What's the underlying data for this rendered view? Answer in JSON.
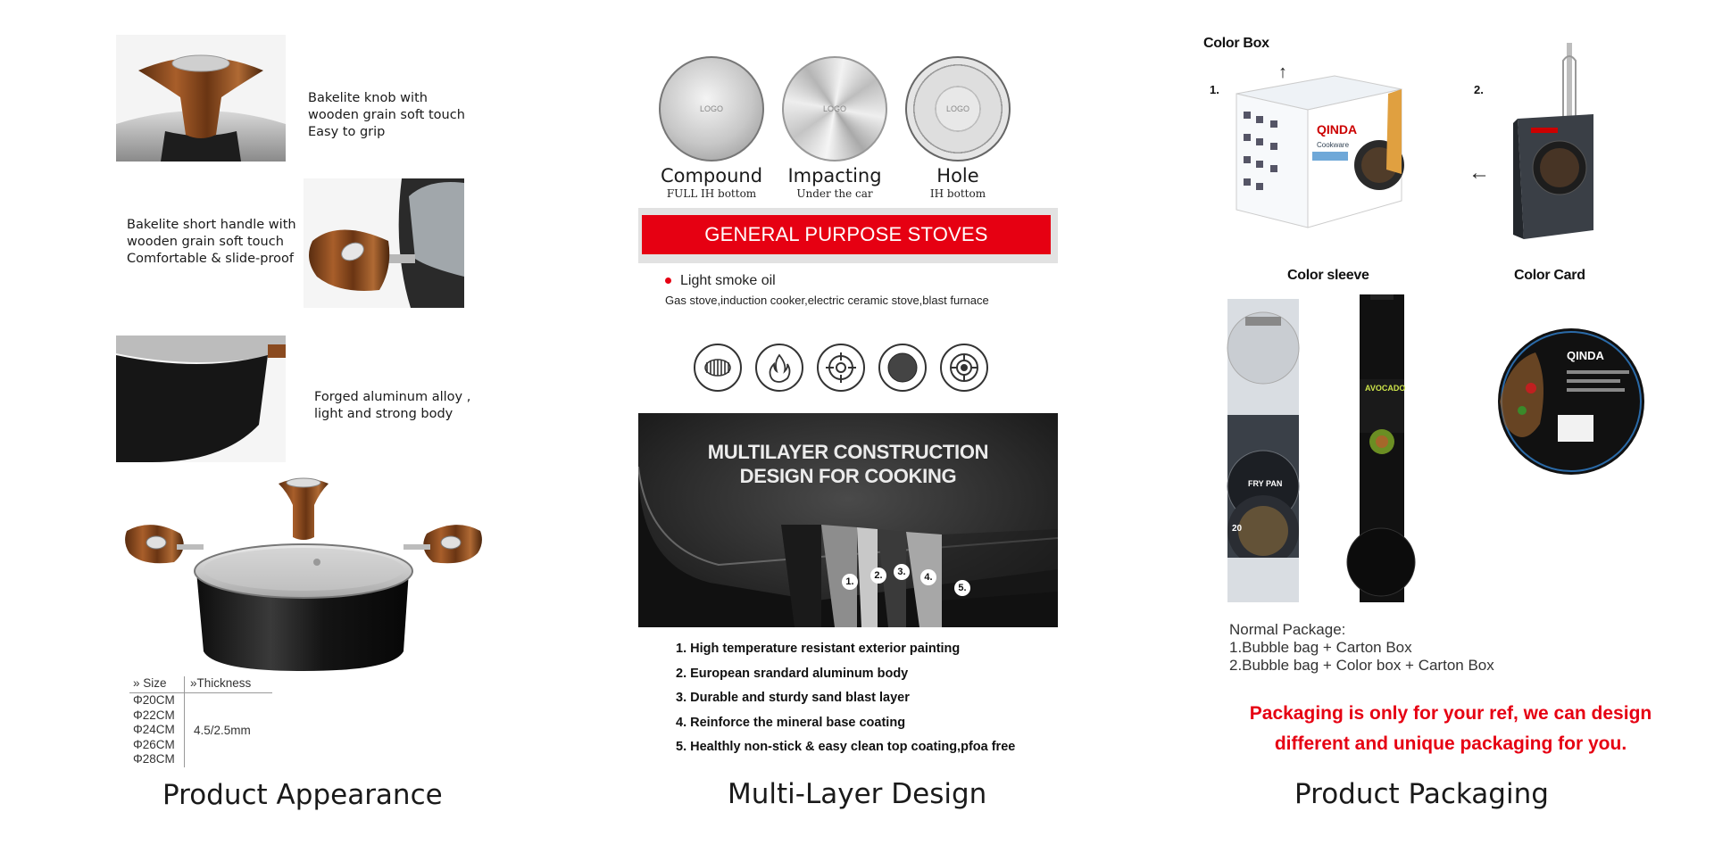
{
  "appearance": {
    "caption": "Product Appearance",
    "features": [
      {
        "lines": [
          "Bakelite knob with",
          "wooden grain soft touch",
          "Easy to grip"
        ]
      },
      {
        "lines": [
          "Bakelite short handle with",
          "wooden grain soft touch",
          "Comfortable & slide-proof"
        ]
      },
      {
        "lines": [
          "Forged aluminum alloy ,",
          "light and strong body"
        ]
      }
    ],
    "size_table": {
      "size_header": "» Size",
      "thickness_header": "»Thickness",
      "sizes": [
        "Φ20CM",
        "Φ22CM",
        "Φ24CM",
        "Φ26CM",
        "Φ28CM"
      ],
      "thickness": "4.5/2.5mm"
    }
  },
  "multilayer": {
    "caption": "Multi-Layer Design",
    "bottoms": [
      {
        "name": "Compound",
        "sub": "FULL IH bottom",
        "logo": "LOGO"
      },
      {
        "name": "Impacting",
        "sub": "Under the car",
        "logo": "LOGO"
      },
      {
        "name": "Hole",
        "sub": "IH bottom",
        "logo": "LOGO"
      }
    ],
    "banner": "GENERAL PURPOSE STOVES",
    "oil": "Light smoke oil",
    "stoves": "Gas stove,induction cooker,electric ceramic stove,blast furnace",
    "stove_icons": [
      "coil-stove-icon",
      "flame-icon",
      "gas-burner-icon",
      "ceramic-plate-icon",
      "induction-icon"
    ],
    "construction_title": [
      "MULTILAYER CONSTRUCTION",
      "DESIGN FOR COOKING"
    ],
    "layer_numbers": [
      "1.",
      "2.",
      "3.",
      "4.",
      "5."
    ],
    "layers": [
      "1. High temperature resistant exterior painting",
      "2. European srandard aluminum body",
      "3. Durable and sturdy sand blast layer",
      "4. Reinforce the mineral base coating",
      "5. Healthly non-stick & easy clean top coating,pfoa free"
    ]
  },
  "packaging": {
    "caption": "Product Packaging",
    "color_box_label": "Color Box",
    "num1": "1.",
    "num2": "2.",
    "color_sleeve_label": "Color sleeve",
    "color_card_label": "Color Card",
    "brand": "QINDA",
    "cookware": "Cookware",
    "sleeve_texts": [
      "FRY PAN",
      "AVOCADO",
      "20"
    ],
    "normal_package_title": "Normal Package:",
    "normal_package_lines": [
      "1.Bubble bag + Carton Box",
      "2.Bubble bag + Color box + Carton Box"
    ],
    "note_lines": [
      "Packaging is only for your ref, we can design",
      "different and unique packaging for you."
    ]
  },
  "colors": {
    "accent_red": "#e60012",
    "wood": "#8a4a1f",
    "pot_black": "#1a1a1a"
  }
}
